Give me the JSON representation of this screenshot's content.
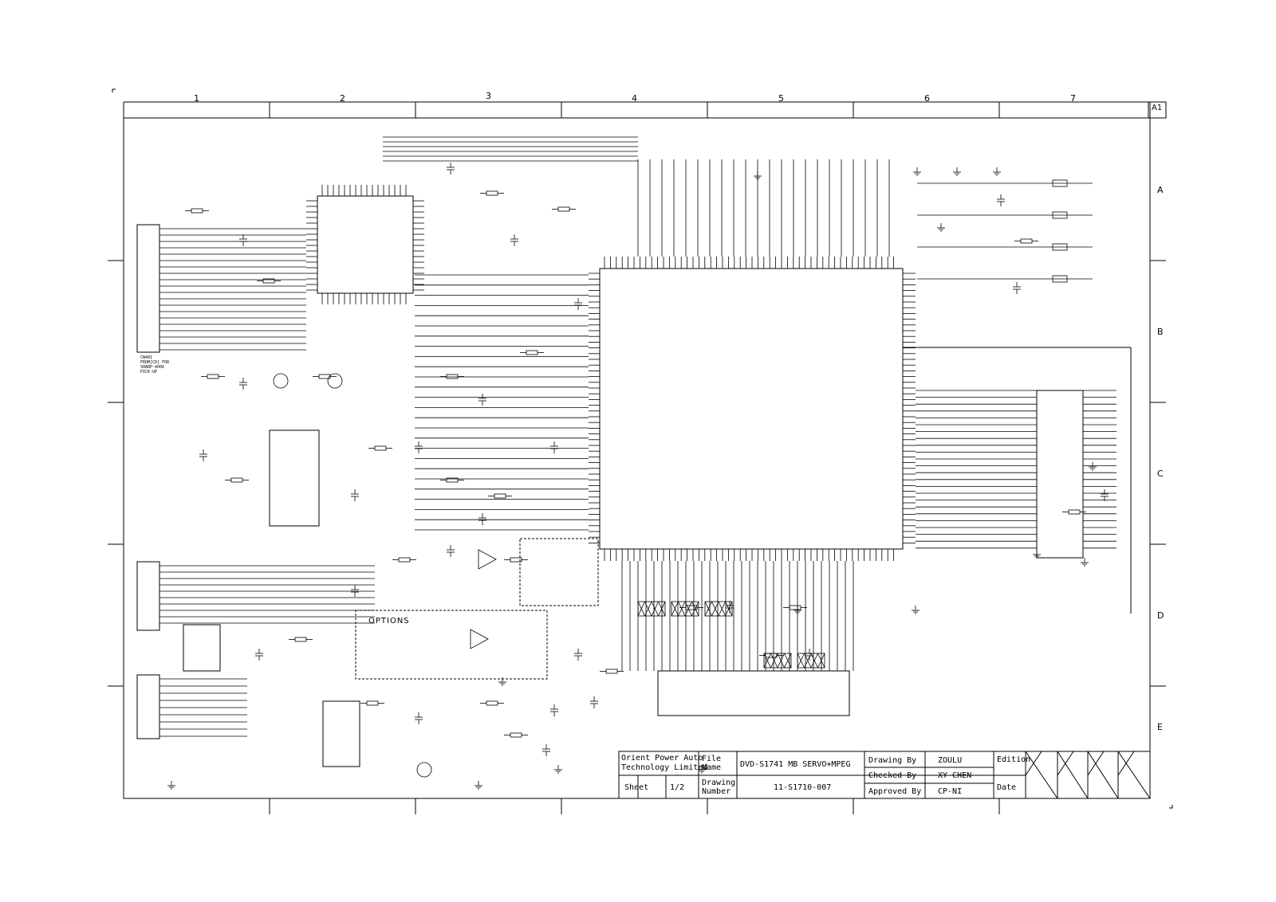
{
  "sheet_tag": "A1",
  "columns": [
    "1",
    "2",
    "3",
    "4",
    "5",
    "6",
    "7"
  ],
  "rows": [
    "A",
    "B",
    "C",
    "D",
    "E"
  ],
  "options_label": "OPTIONS",
  "connector_label": "CN401 FROM[CD] FOR SHARP-4006 PICK-UP",
  "title_block": {
    "company_line1": "Orient  Power  Auto",
    "company_line2": "Technology    Limited",
    "file_name_label": "File Name",
    "file_name_value": "DVD-S1741 MB SERVO+MPEG",
    "sheet_label": "Sheet",
    "sheet_value": "1/2",
    "drawing_number_label": "Drawing Number",
    "drawing_number_value": "11-S1710-007",
    "drawing_by_label": "Drawing By",
    "drawing_by_value": "ZOULU",
    "checked_by_label": "Checked By",
    "checked_by_value": "XY-CHEN",
    "approved_by_label": "Approved By",
    "approved_by_value": "CP-NI",
    "edition_label": "Edition",
    "date_label": "Date"
  },
  "colors": {
    "ink": "#000000",
    "paper": "#ffffff"
  }
}
